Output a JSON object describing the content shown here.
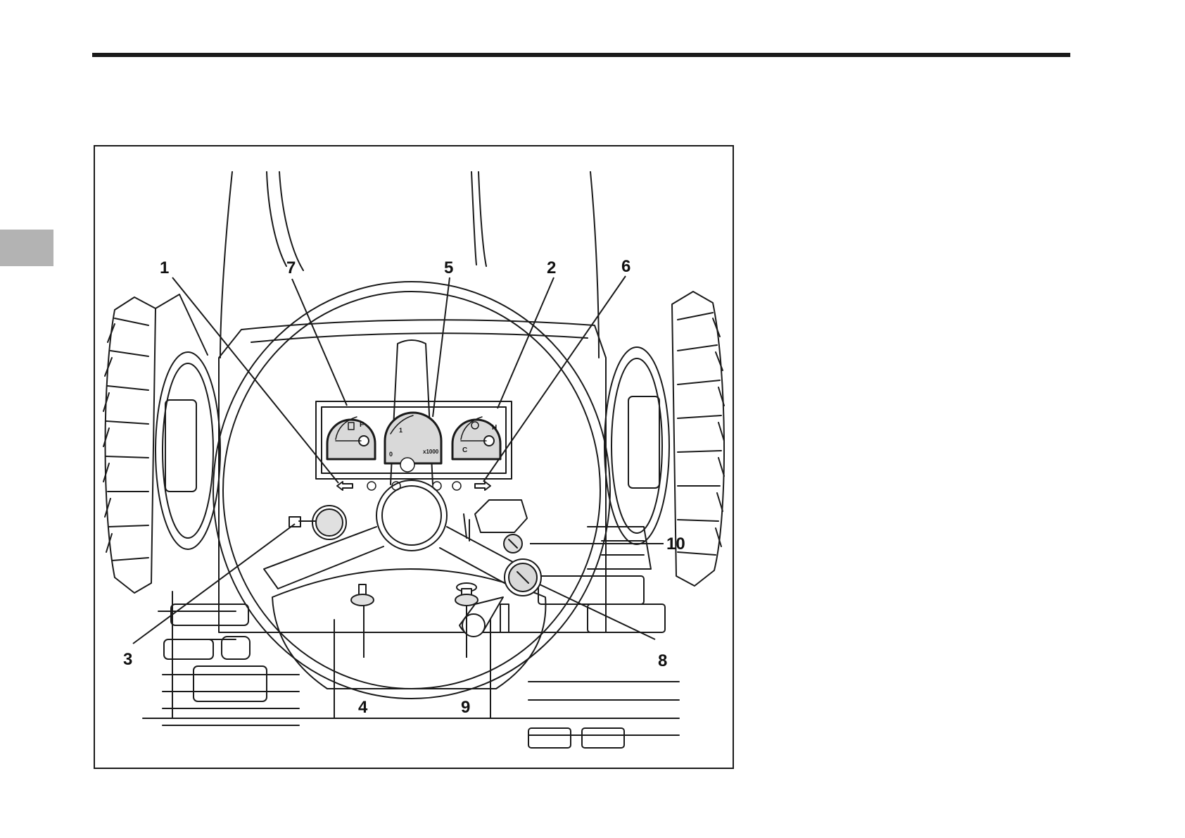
{
  "figure": {
    "callouts": [
      {
        "id": "1",
        "label": "1"
      },
      {
        "id": "2",
        "label": "2"
      },
      {
        "id": "3",
        "label": "3"
      },
      {
        "id": "4",
        "label": "4"
      },
      {
        "id": "5",
        "label": "5"
      },
      {
        "id": "6",
        "label": "6"
      },
      {
        "id": "7",
        "label": "7"
      },
      {
        "id": "8",
        "label": "8"
      },
      {
        "id": "9",
        "label": "9"
      },
      {
        "id": "10",
        "label": "10"
      }
    ],
    "gauge_labels": {
      "fuel_full": "F",
      "temp_hot": "H",
      "temp_cold": "C",
      "tacho_zero": "0",
      "tacho_one": "1",
      "tacho_scale": "x1000"
    }
  },
  "colors": {
    "line": "#1a1a1a",
    "gauge_fill": "#d9d9d9",
    "tab": "#b3b3b3"
  }
}
